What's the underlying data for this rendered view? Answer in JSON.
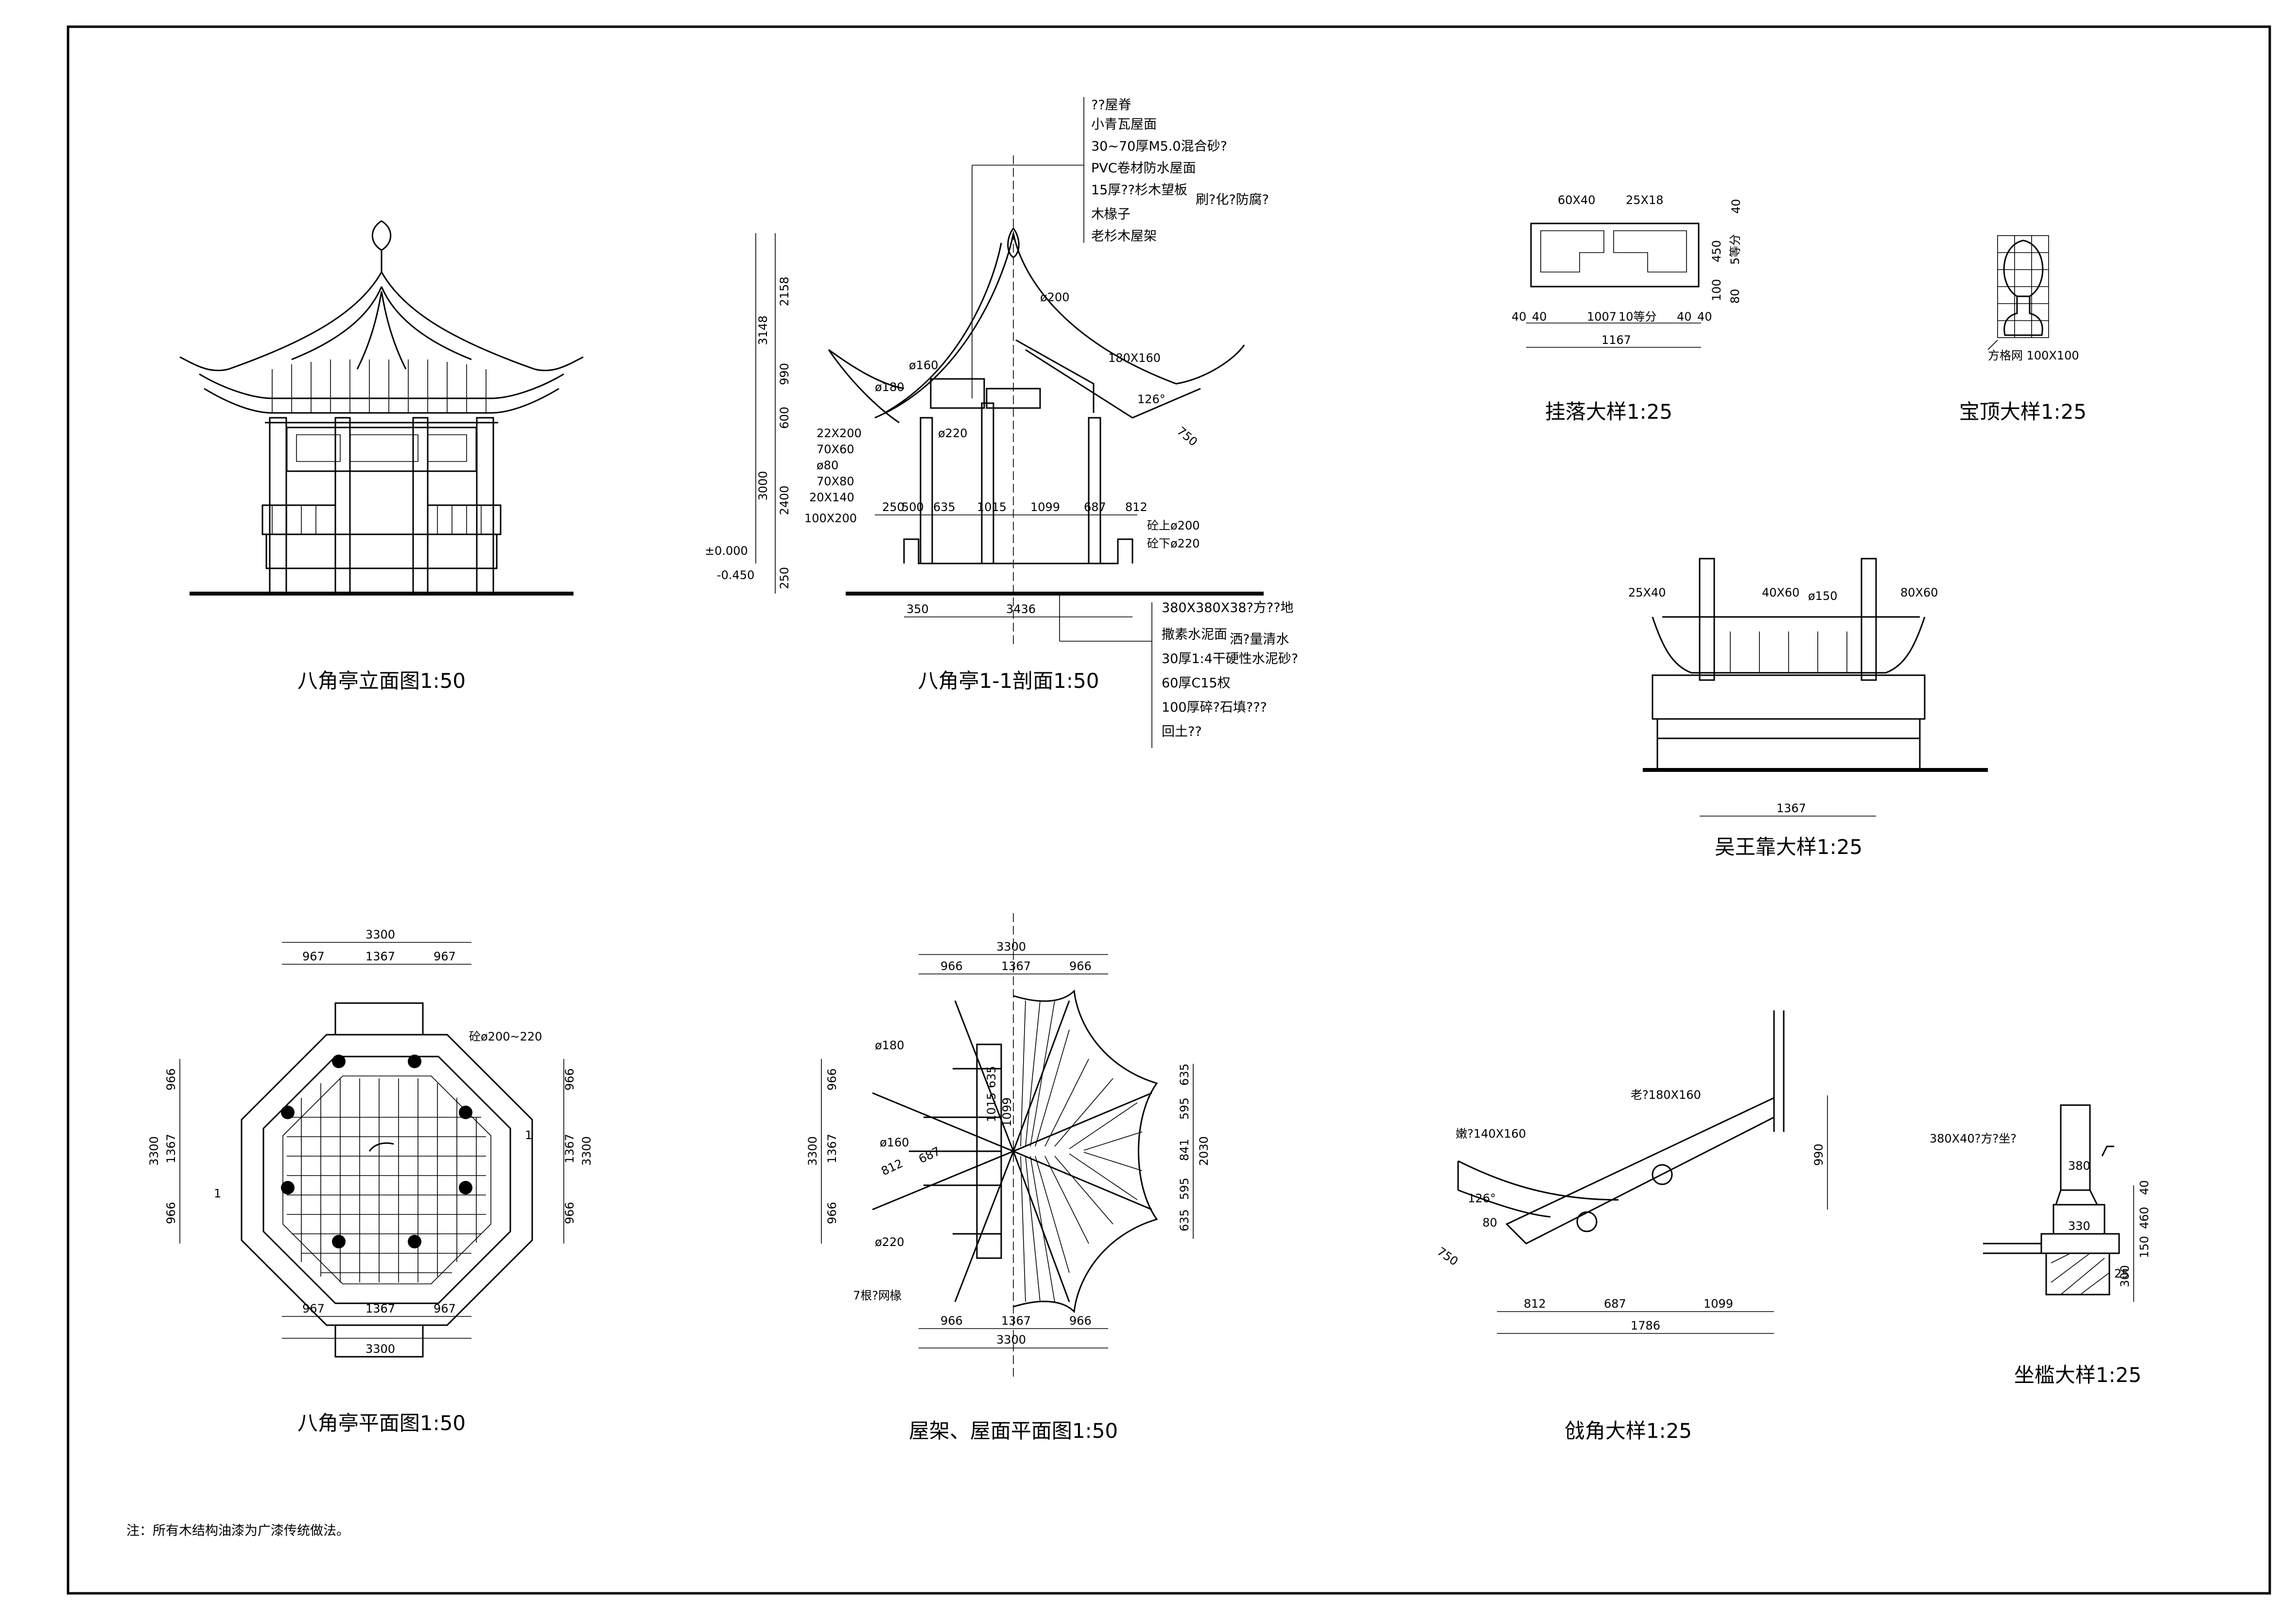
{
  "drawings": {
    "elevation": {
      "title": "八角亭立面图1:50"
    },
    "section": {
      "title": "八角亭1-1剖面1:50",
      "roof_layers": [
        "??屋脊",
        "小青瓦屋面",
        "30~70厚M5.0混合砂?",
        "PVC卷材防水屋面",
        "15厚??杉木望板",
        "刷?化?防腐?",
        "木椽子",
        "老杉木屋架"
      ],
      "floor_layers": [
        "380X380X38?方??地",
        "撒素水泥面",
        "洒?量清水",
        "30厚1:4干硬性水泥砂?",
        "60厚C15权",
        "100厚碎?石填???",
        "回土??"
      ],
      "left_dims": [
        "22X200",
        "70X60",
        "ø80",
        "70X80",
        "20X140",
        "100X200"
      ],
      "vert_dims": [
        "3148",
        "2158",
        "990",
        "600",
        "3000",
        "2400",
        "250"
      ],
      "levels": [
        "±0.000",
        "-0.450"
      ],
      "bottom_dims": [
        "250",
        "500",
        "635",
        "1015",
        "1099",
        "687",
        "812"
      ],
      "base_dims": [
        "350",
        "3436"
      ],
      "annotations": [
        "ø200",
        "ø160",
        "ø180",
        "ø220",
        "180X160",
        "126°",
        "750",
        "砼上ø200",
        "砼下ø220"
      ]
    },
    "gualuo": {
      "title": "挂落大样1:25",
      "dims": [
        "60X40",
        "25X18",
        "40",
        "40",
        "1007",
        "10等分",
        "40",
        "40",
        "1167",
        "40",
        "450",
        "5等分",
        "100",
        "80"
      ]
    },
    "baoding": {
      "title": "宝顶大样1:25",
      "label": "方格网 100X100"
    },
    "wuwangkao": {
      "title": "吴王靠大样1:25",
      "labels": [
        "25X40",
        "40X60",
        "ø150",
        "80X60"
      ],
      "dim": "1367"
    },
    "plan": {
      "title": "八角亭平面图1:50",
      "top_dims": [
        "3300",
        "967",
        "1367",
        "967"
      ],
      "bottom_dims": [
        "967",
        "1367",
        "967",
        "3300"
      ],
      "side_dims": [
        "966",
        "1367",
        "966",
        "3300"
      ],
      "label": "砼ø200~220",
      "section_mark": "1"
    },
    "roofplan": {
      "title": "屋架、屋面平面图1:50",
      "top_dims": [
        "3300",
        "966",
        "1367",
        "966"
      ],
      "bottom_dims": [
        "966",
        "1367",
        "966",
        "3300"
      ],
      "left_dims": [
        "966",
        "1367",
        "966",
        "3300"
      ],
      "right_dims": [
        "635",
        "595",
        "841",
        "595",
        "635",
        "2030"
      ],
      "labels": [
        "ø180",
        "ø160",
        "ø220",
        "812",
        "687",
        "7根?网椽",
        "635",
        "1015",
        "1099"
      ]
    },
    "qiangjiao": {
      "title": "戗角大样1:25",
      "labels": [
        "老?180X160",
        "嫩?140X160",
        "126°",
        "80",
        "750",
        "990"
      ],
      "dims": [
        "812",
        "687",
        "1099",
        "1786"
      ]
    },
    "zuojian": {
      "title": "坐槛大样1:25",
      "labels": [
        "380X40?方?坐?",
        "380",
        "330",
        "460",
        "40",
        "150",
        "300",
        "25"
      ]
    }
  },
  "note": "注：所有木结构油漆为广漆传统做法。"
}
